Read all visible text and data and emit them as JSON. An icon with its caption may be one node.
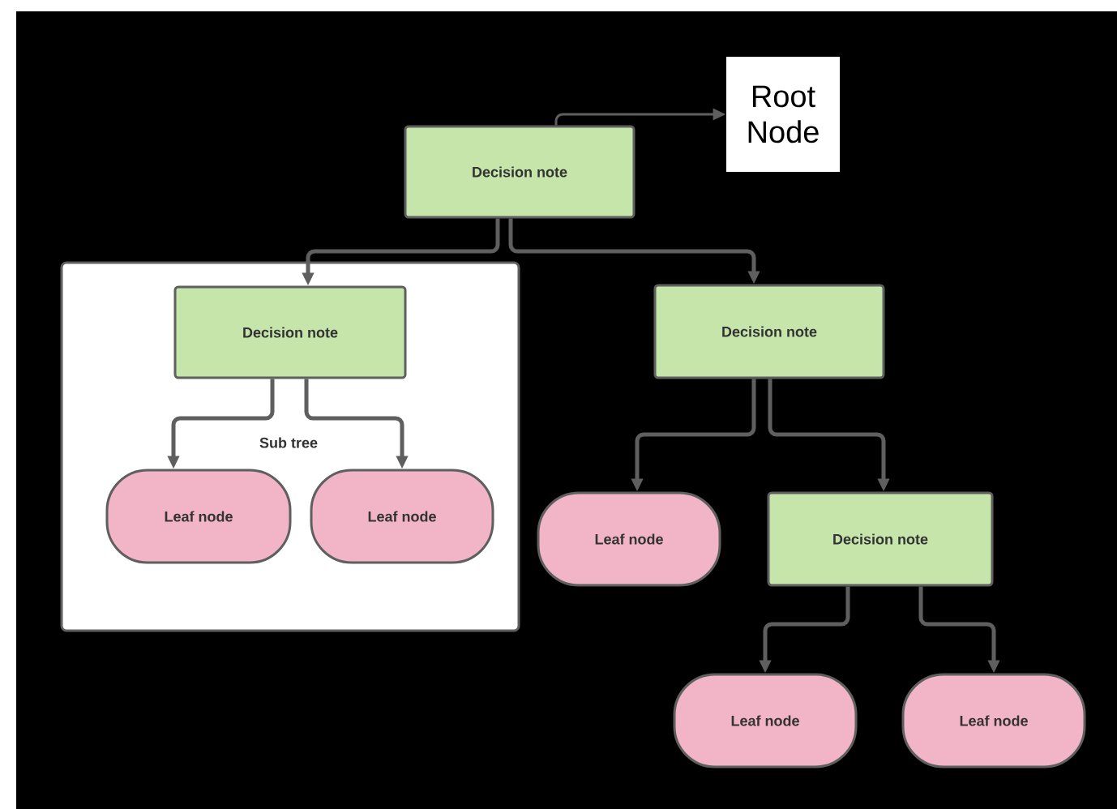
{
  "diagram": {
    "nodes": [
      {
        "text": [
          "Decision note"
        ]
      },
      {
        "text": [
          "Root Node"
        ]
      },
      {
        "text": [
          "Sub tree"
        ]
      },
      {
        "text": [
          "Decision note"
        ],
        "in": 2
      },
      {
        "text": [
          "Leaf node"
        ],
        "in": 2
      },
      {
        "text": [
          "Leaf node"
        ],
        "in": 2
      },
      {
        "text": [
          "Decision note"
        ]
      },
      {
        "text": [
          "Leaf node"
        ]
      },
      {
        "text": [
          "Decision note"
        ]
      },
      {
        "text": [
          "Leaf node"
        ]
      },
      {
        "text": [
          "Leaf node"
        ]
      }
    ],
    "edges": [
      {
        "from": 0,
        "to": 1,
        "arrow": "to"
      },
      {
        "from": 0,
        "to": 3,
        "arrow": "to"
      },
      {
        "from": 0,
        "to": 6,
        "arrow": "to"
      },
      {
        "from": 3,
        "to": 4,
        "arrow": "to"
      },
      {
        "from": 3,
        "to": 5,
        "arrow": "to"
      },
      {
        "from": 6,
        "to": 7,
        "arrow": "to"
      },
      {
        "from": 6,
        "to": 8,
        "arrow": "to"
      },
      {
        "from": 8,
        "to": 9,
        "arrow": "to"
      },
      {
        "from": 8,
        "to": 10,
        "arrow": "to"
      }
    ]
  }
}
